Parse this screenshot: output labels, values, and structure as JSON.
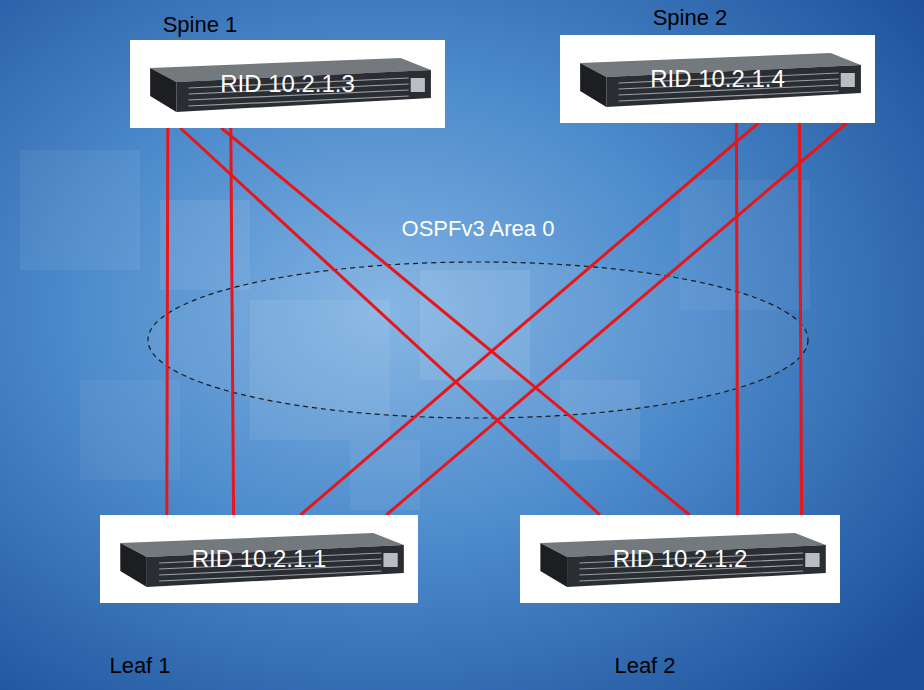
{
  "diagram": {
    "nodes": [
      {
        "text": [
          "Spine 1",
          "RID 10.2.1.3"
        ]
      },
      {
        "text": [
          "Spine 2",
          "RID 10.2.1.4"
        ]
      },
      {
        "text": [
          "RID 10.2.1.1",
          "Leaf 1"
        ]
      },
      {
        "text": [
          "RID 10.2.1.2",
          "Leaf 2"
        ]
      }
    ],
    "edges": [
      {
        "from": 0,
        "to": 2,
        "arrow": "none"
      },
      {
        "from": 0,
        "to": 2,
        "arrow": "none"
      },
      {
        "from": 0,
        "to": 3,
        "arrow": "none"
      },
      {
        "from": 0,
        "to": 3,
        "arrow": "none"
      },
      {
        "from": 1,
        "to": 2,
        "arrow": "none"
      },
      {
        "from": 1,
        "to": 2,
        "arrow": "none"
      },
      {
        "from": 1,
        "to": 3,
        "arrow": "none"
      },
      {
        "from": 1,
        "to": 3,
        "arrow": "none"
      }
    ],
    "labels": [
      "OSPFv3 Area 0"
    ]
  }
}
